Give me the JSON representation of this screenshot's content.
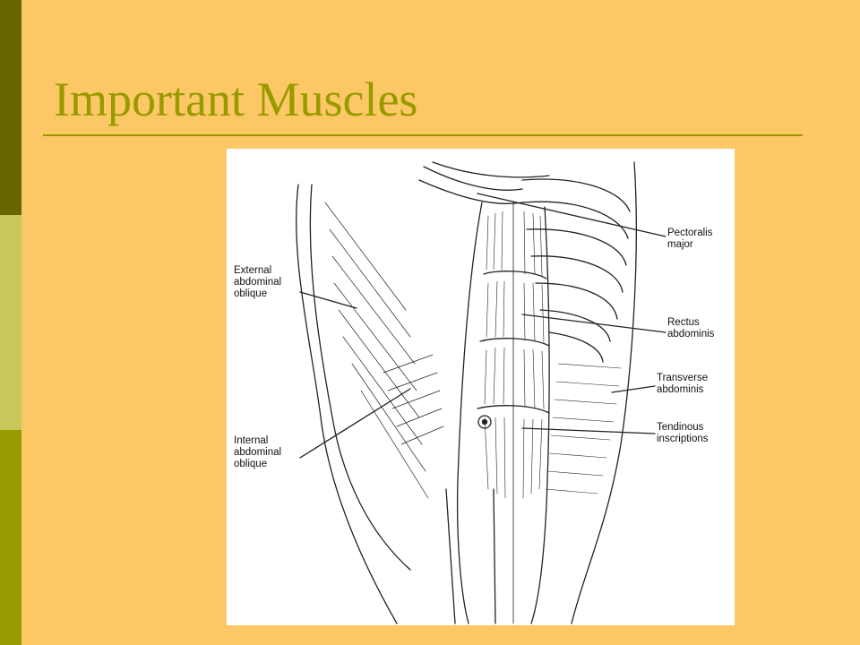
{
  "slide": {
    "title": "Important Muscles",
    "colors": {
      "background": "#FCC865",
      "accent": "#999900",
      "bar_dark": "#666600",
      "bar_light": "#C8C85A"
    }
  },
  "diagram": {
    "labels": {
      "external_oblique": "External\nabdominal\noblique",
      "internal_oblique": "Internal\nabdominal\noblique",
      "pectoralis": "Pectoralis\nmajor",
      "rectus": "Rectus\nabdominis",
      "transverse": "Transverse\nabdominis",
      "tendinous": "Tendinous\ninscriptions"
    }
  }
}
